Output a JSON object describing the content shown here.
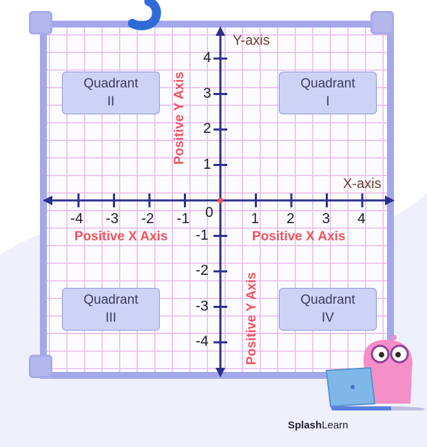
{
  "axes": {
    "x_name": "X-axis",
    "y_name": "Y-axis",
    "origin_label": "0",
    "x_ticks": [
      "-4",
      "-3",
      "-2",
      "-1",
      "1",
      "2",
      "3",
      "4"
    ],
    "y_ticks_positive": [
      "4",
      "3",
      "2",
      "1"
    ],
    "y_ticks_negative": [
      "-1",
      "-2",
      "-3",
      "-4"
    ]
  },
  "axis_direction_labels": {
    "upper_vertical": "Positive Y Axis",
    "lower_vertical": "Positive Y Axis",
    "left_horizontal": "Positive X Axis",
    "right_horizontal": "Positive X Axis"
  },
  "quadrants": {
    "q1": {
      "word": "Quadrant",
      "numeral": "I"
    },
    "q2": {
      "word": "Quadrant",
      "numeral": "II"
    },
    "q3": {
      "word": "Quadrant",
      "numeral": "III"
    },
    "q4": {
      "word": "Quadrant",
      "numeral": "IV"
    }
  },
  "brand": {
    "bold": "Splash",
    "light": "Learn"
  },
  "colors": {
    "axis": "#2b2f8f",
    "grid": "#e8b8ee",
    "frame": "#a4a8ea",
    "quadrant_fill": "#cdd3f7",
    "highlight_text": "#f2535c",
    "axis_name_text": "#6b3f2f",
    "origin_dot": "#f2535c"
  }
}
